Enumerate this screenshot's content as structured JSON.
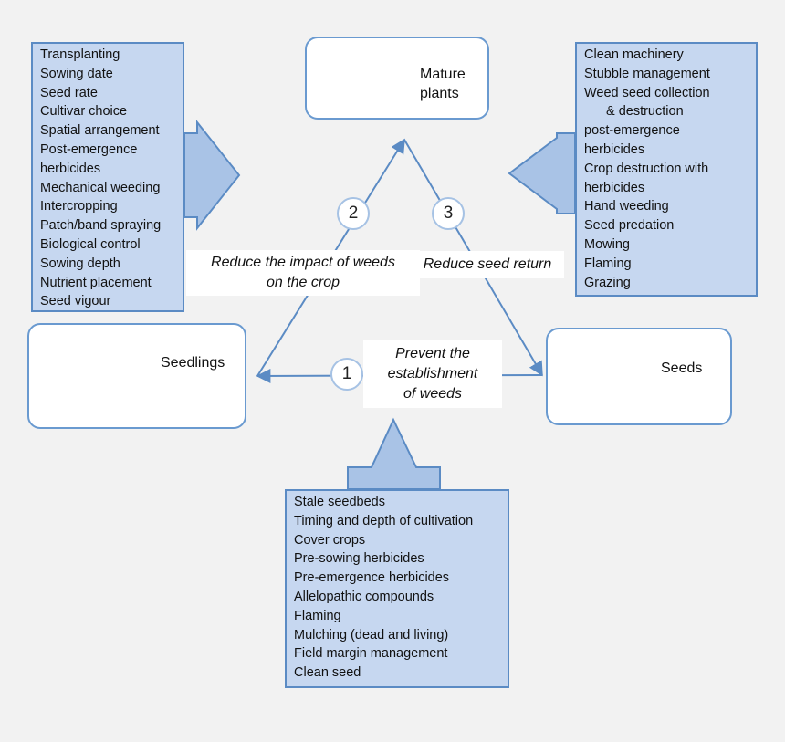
{
  "stages": {
    "mature": {
      "label_line1": "Mature",
      "label_line2": "plants"
    },
    "seedlings": {
      "label": "Seedlings"
    },
    "seeds": {
      "label": "Seeds"
    }
  },
  "steps": [
    {
      "number": "2",
      "line1": "Reduce the impact of weeds",
      "line2": "on the crop"
    },
    {
      "number": "3",
      "line1": "Reduce seed return"
    },
    {
      "number": "1",
      "line1": "Prevent the",
      "line2": "establishment",
      "line3": "of weeds"
    }
  ],
  "left_list": [
    "Transplanting",
    "Sowing date",
    "Seed rate",
    "Cultivar choice",
    "Spatial arrangement",
    "Post-emergence",
    "herbicides",
    "Mechanical weeding",
    "Intercropping",
    "Patch/band spraying",
    "Biological control",
    "Sowing depth",
    "Nutrient placement",
    "Seed vigour"
  ],
  "right_list": [
    "Clean machinery",
    "Stubble management",
    "Weed seed collection",
    "& destruction",
    "post-emergence",
    "herbicides",
    "Crop destruction with",
    "herbicides",
    "Hand weeding",
    "Seed predation",
    "Mowing",
    "Flaming",
    "Grazing"
  ],
  "bottom_list": [
    "Stale seedbeds",
    "Timing and depth of cultivation",
    "Cover crops",
    "Pre-sowing herbicides",
    "Pre-emergence herbicides",
    "Allelopathic compounds",
    "Flaming",
    "Mulching (dead and living)",
    "Field margin management",
    "Clean seed"
  ],
  "colors": {
    "background": "#f2f2f2",
    "list_fill": "#c6d7f0",
    "list_border": "#5b8bc4",
    "stage_border": "#6a9ad0",
    "cycle_arrow": "#5b8bc4",
    "block_arrow_fill": "#a9c3e6"
  },
  "icons": {
    "mature": "blue-cornflower-photo",
    "seedlings": "seedling-photo",
    "seeds": "seeds-photo"
  }
}
